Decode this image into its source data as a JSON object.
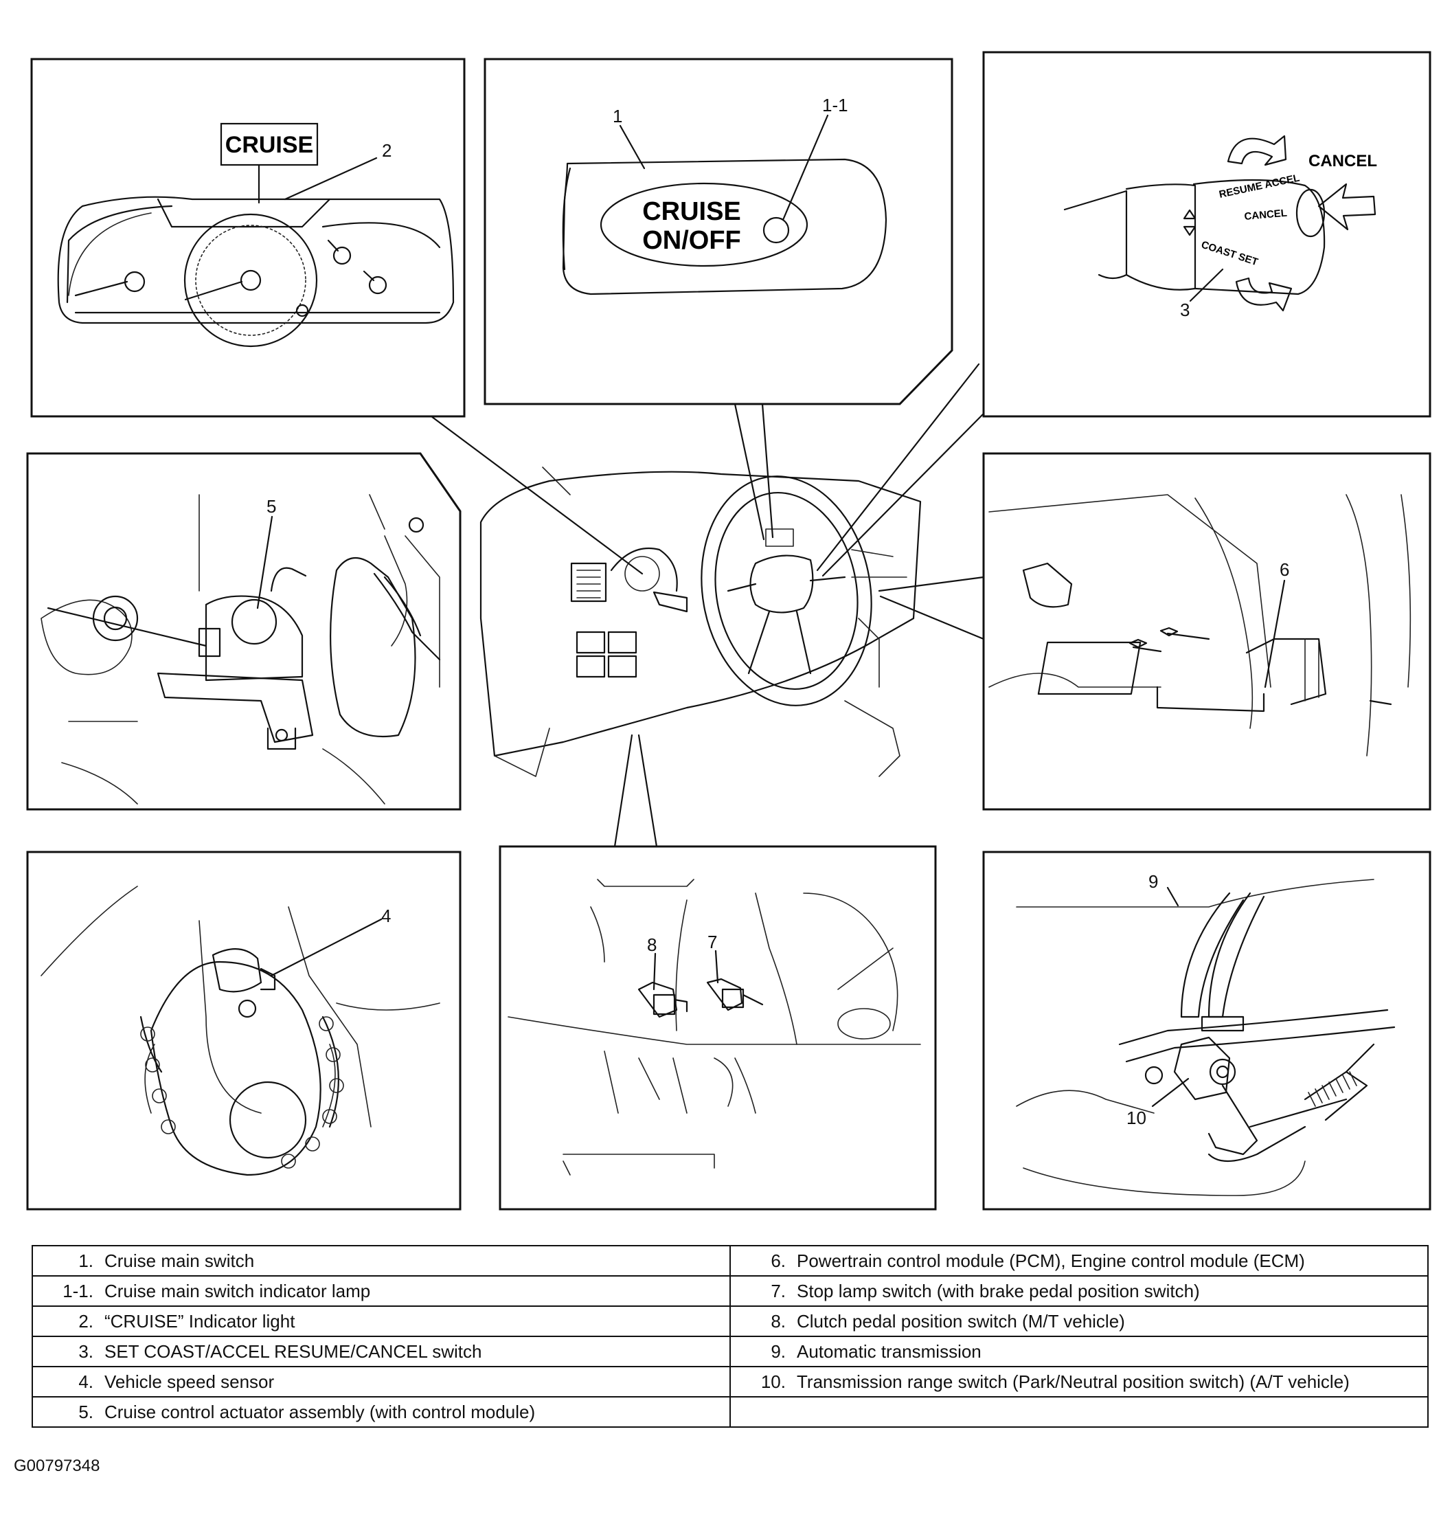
{
  "callouts": {
    "c1": "1",
    "c1_1": "1-1",
    "c2": "2",
    "c3": "3",
    "c4": "4",
    "c5": "5",
    "c6": "6",
    "c7": "7",
    "c8": "8",
    "c9": "9",
    "c10": "10"
  },
  "cluster_sign": "CRUISE",
  "switch_text": {
    "line1": "CRUISE",
    "line2": "ON/OFF"
  },
  "lever": {
    "cancel_callout": "CANCEL",
    "resume_accel": "RESUME ACCEL",
    "cancel_marking": "CANCEL",
    "coast_set": "COAST SET"
  },
  "legend": {
    "left": [
      {
        "num": "1.",
        "text": "Cruise main switch"
      },
      {
        "num": "1-1.",
        "text": "Cruise main switch indicator lamp"
      },
      {
        "num": "2.",
        "text": "“CRUISE” Indicator light"
      },
      {
        "num": "3.",
        "text": "SET COAST/ACCEL RESUME/CANCEL switch"
      },
      {
        "num": "4.",
        "text": "Vehicle speed sensor"
      },
      {
        "num": "5.",
        "text": "Cruise control actuator assembly (with control module)"
      }
    ],
    "right": [
      {
        "num": "6.",
        "text": "Powertrain control module (PCM), Engine control module (ECM)"
      },
      {
        "num": "7.",
        "text": "Stop lamp switch (with brake pedal position switch)"
      },
      {
        "num": "8.",
        "text": "Clutch pedal position switch (M/T vehicle)"
      },
      {
        "num": "9.",
        "text": "Automatic transmission"
      },
      {
        "num": "10.",
        "text": "Transmission range switch (Park/Neutral position switch) (A/T vehicle)"
      },
      {
        "num": "",
        "text": ""
      }
    ]
  },
  "figure_id": "G00797348"
}
